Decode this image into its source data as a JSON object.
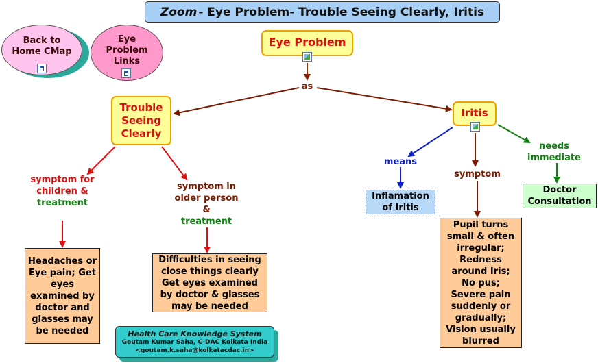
{
  "title": {
    "zoom": "Zoom",
    "rest": "- Eye Problem- Trouble Seeing Clearly, Iritis"
  },
  "nav": {
    "back_home": "Back to Home CMap",
    "eye_links": "Eye Problem Links"
  },
  "concepts": {
    "eye_problem": "Eye Problem",
    "trouble": "Trouble Seeing Clearly",
    "iritis": "Iritis"
  },
  "links": {
    "as": "as",
    "symptom_children": "symptom for children &",
    "treatment1": "treatment",
    "symptom_older": "symptom in older person &",
    "treatment2": "treatment",
    "means": "means",
    "symptom": "symptom",
    "needs": "needs immediate"
  },
  "boxes": {
    "headaches": "Headaches or Eye pain; Get eyes examined by doctor and glasses may be needed",
    "difficulties": "Difficulties in seeing close things clearly Get eyes examined by doctor & glasses may be needed",
    "inflamation": "Inflamation of Iritis",
    "pupil": "Pupil turns small & often irregular; Redness around Iris; No pus; Severe pain suddenly or gradually; Vision usually blurred",
    "doctor": "Doctor Consultation"
  },
  "footer": {
    "system": "Health Care Knowledge System",
    "author": "Goutam Kumar Saha, C-DAC Kolkata India",
    "email": "<goutam.k.saha@kolkatacdac.in>"
  },
  "icons": [
    "image-icon",
    "cmap-icon"
  ],
  "colors": {
    "concept_text": "#d81010",
    "concept_fill": "#ffff99",
    "box_fill": "#ffcc99",
    "title_fill": "#a8cff5"
  }
}
